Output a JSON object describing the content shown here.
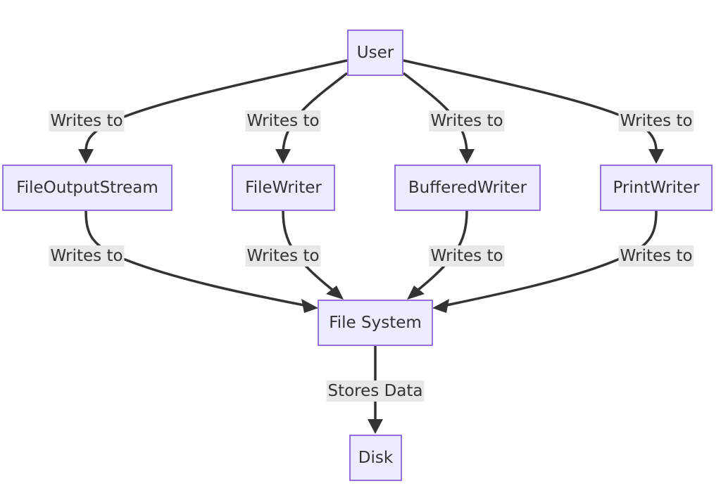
{
  "diagram": {
    "nodes": {
      "user": "User",
      "file_output_stream": "FileOutputStream",
      "file_writer": "FileWriter",
      "buffered_writer": "BufferedWriter",
      "print_writer": "PrintWriter",
      "file_system": "File System",
      "disk": "Disk"
    },
    "edges": [
      {
        "from": "User",
        "to": "FileOutputStream",
        "label": "Writes to"
      },
      {
        "from": "User",
        "to": "FileWriter",
        "label": "Writes to"
      },
      {
        "from": "User",
        "to": "BufferedWriter",
        "label": "Writes to"
      },
      {
        "from": "User",
        "to": "PrintWriter",
        "label": "Writes to"
      },
      {
        "from": "FileOutputStream",
        "to": "File System",
        "label": "Writes to"
      },
      {
        "from": "FileWriter",
        "to": "File System",
        "label": "Writes to"
      },
      {
        "from": "BufferedWriter",
        "to": "File System",
        "label": "Writes to"
      },
      {
        "from": "PrintWriter",
        "to": "File System",
        "label": "Writes to"
      },
      {
        "from": "File System",
        "to": "Disk",
        "label": "Stores Data"
      }
    ],
    "colors": {
      "node_fill": "#ececff",
      "node_border": "#9370db",
      "edge": "#333333",
      "label_bg": "#e8e8e8"
    }
  }
}
